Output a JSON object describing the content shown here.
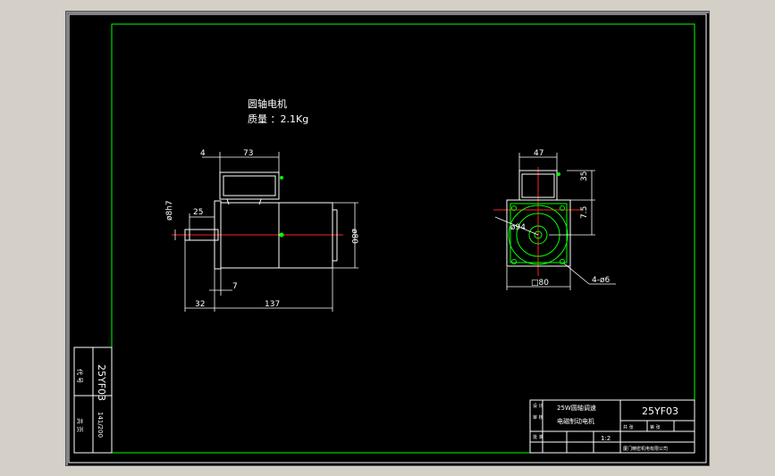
{
  "drawing": {
    "title_line1": "圆轴电机",
    "title_line2": "质量 ：2.1Kg",
    "front_view": {
      "dim_top_4": "4",
      "dim_top_73": "73",
      "dim_shaft_dia": "ø8h7",
      "dim_shaft_len": "25",
      "dim_body_dia": "ø80",
      "dim_flange_7": "7",
      "dim_32": "32",
      "dim_137": "137"
    },
    "side_view": {
      "dim_47": "47",
      "dim_35": "35",
      "dim_7_5": "7.5",
      "dim_pcd": "ø94",
      "dim_square": "□80",
      "dim_holes": "4-ø6"
    }
  },
  "side_strip": {
    "doc_no": "25YF03",
    "page": "141/200",
    "label_a": "代 号",
    "label_b": "共 页"
  },
  "title_block": {
    "name_line1": "25W圆轴调速",
    "name_line2": "电磁制动电机",
    "drawing_no": "25YF03",
    "scale": "1:2",
    "row_label_1": "设 计",
    "row_label_2": "审 核",
    "row_label_3": "批 准",
    "small_1": "共  张",
    "small_2": "第  张",
    "company": "厦门精密机电有限公司"
  },
  "colors": {
    "frame_line": "#00ff00",
    "geometry": "#ffffff",
    "centerline": "#ff2020",
    "background": "#000000"
  }
}
